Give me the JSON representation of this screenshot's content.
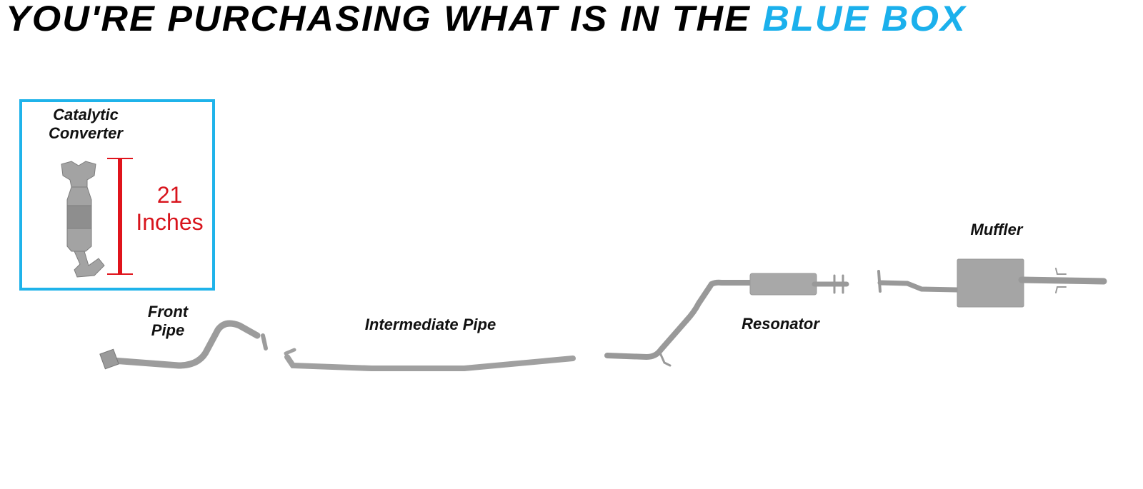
{
  "title": {
    "prefix": "YOU'RE PURCHASING WHAT IS IN THE",
    "highlight": "BLUE BOX"
  },
  "colors": {
    "highlight": "#1bb0ec",
    "box_border": "#1fb3ea",
    "dimension": "#d8141c",
    "part": "#9a9a9a"
  },
  "selected_part": {
    "name_line1": "Catalytic",
    "name_line2": "Converter",
    "dimension_value": "21",
    "dimension_unit": "Inches"
  },
  "parts": {
    "front_pipe_line1": "Front",
    "front_pipe_line2": "Pipe",
    "intermediate_pipe": "Intermediate Pipe",
    "resonator": "Resonator",
    "muffler": "Muffler"
  }
}
